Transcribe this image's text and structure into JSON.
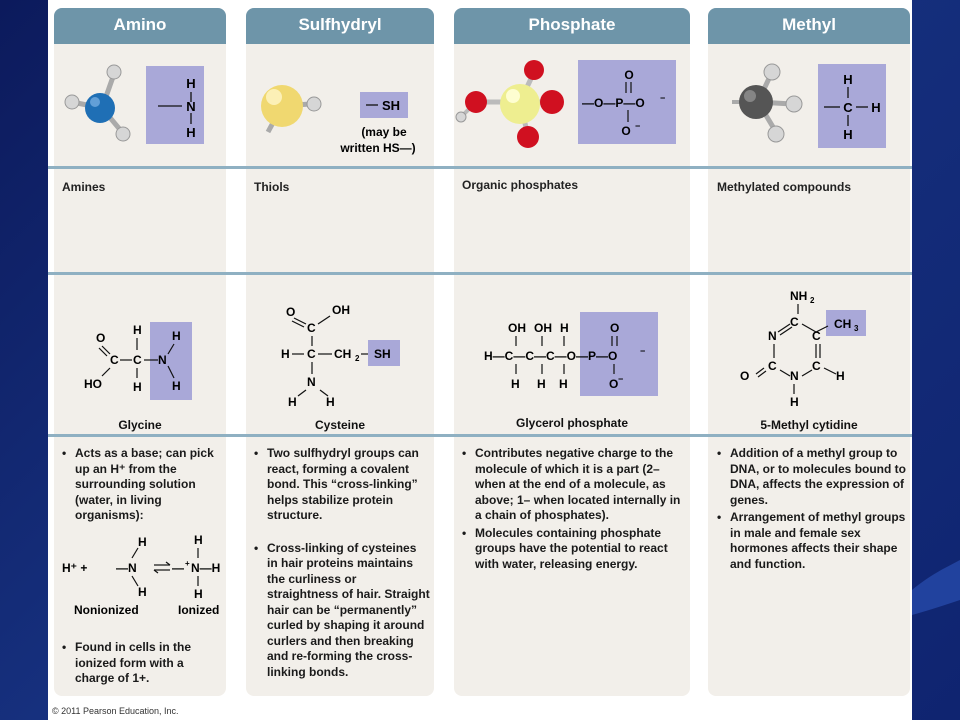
{
  "columns": [
    {
      "id": "amino",
      "title": "Amino",
      "compound_class": "Amines",
      "example": "Glycine",
      "structural_formula": {
        "top": "H",
        "center": "N",
        "bottom": "H"
      },
      "notes": [
        "Acts as a base; can pick up an H⁺ from the surrounding solution (water, in living organisms):",
        "Found in cells in the ionized form with a charge of 1+."
      ],
      "ionization": {
        "left": "H⁺ +",
        "nonionized": "Nonionized",
        "ionized": "Ionized"
      }
    },
    {
      "id": "sulfhydryl",
      "title": "Sulfhydryl",
      "compound_class": "Thiols",
      "example": "Cysteine",
      "structural_formula": {
        "text": "SH"
      },
      "alt_note": "(may be\nwritten HS—)",
      "notes": [
        "Two sulfhydryl groups can react, forming a covalent bond. This “cross-linking” helps stabilize protein structure.",
        "Cross-linking of cysteines in hair proteins maintains the curliness or straightness of hair. Straight hair can be “permanently” curled by shaping it around curlers and then breaking and re-forming the cross-linking bonds."
      ]
    },
    {
      "id": "phosphate",
      "title": "Phosphate",
      "compound_class": "Organic phosphates",
      "example": "Glycerol phosphate",
      "notes": [
        "Contributes negative charge to the molecule of which it is a part (2– when at the end of a molecule, as above; 1– when located internally in a chain of phosphates).",
        "Molecules containing phosphate groups have the potential to react with water, releasing energy."
      ]
    },
    {
      "id": "methyl",
      "title": "Methyl",
      "compound_class": "Methylated compounds",
      "example": "5-Methyl cytidine",
      "notes": [
        "Addition of a methyl group to DNA, or to molecules bound to DNA, affects the expression of genes.",
        "Arrangement of methyl groups in male and female sex hormones affects their shape and function."
      ]
    }
  ],
  "copyright": "© 2011 Pearson Education, Inc.",
  "colors": {
    "header": "#6e95a9",
    "highlight": "#a9a8d8",
    "panel": "#f2efea",
    "divider": "#8fb0c2",
    "nitrogen": "#1f6fb5",
    "sulfur": "#f0d870",
    "phosphorus": "#eeee90",
    "oxygen": "#d01020",
    "carbon": "#555555",
    "hydrogen": "#cccccc"
  }
}
